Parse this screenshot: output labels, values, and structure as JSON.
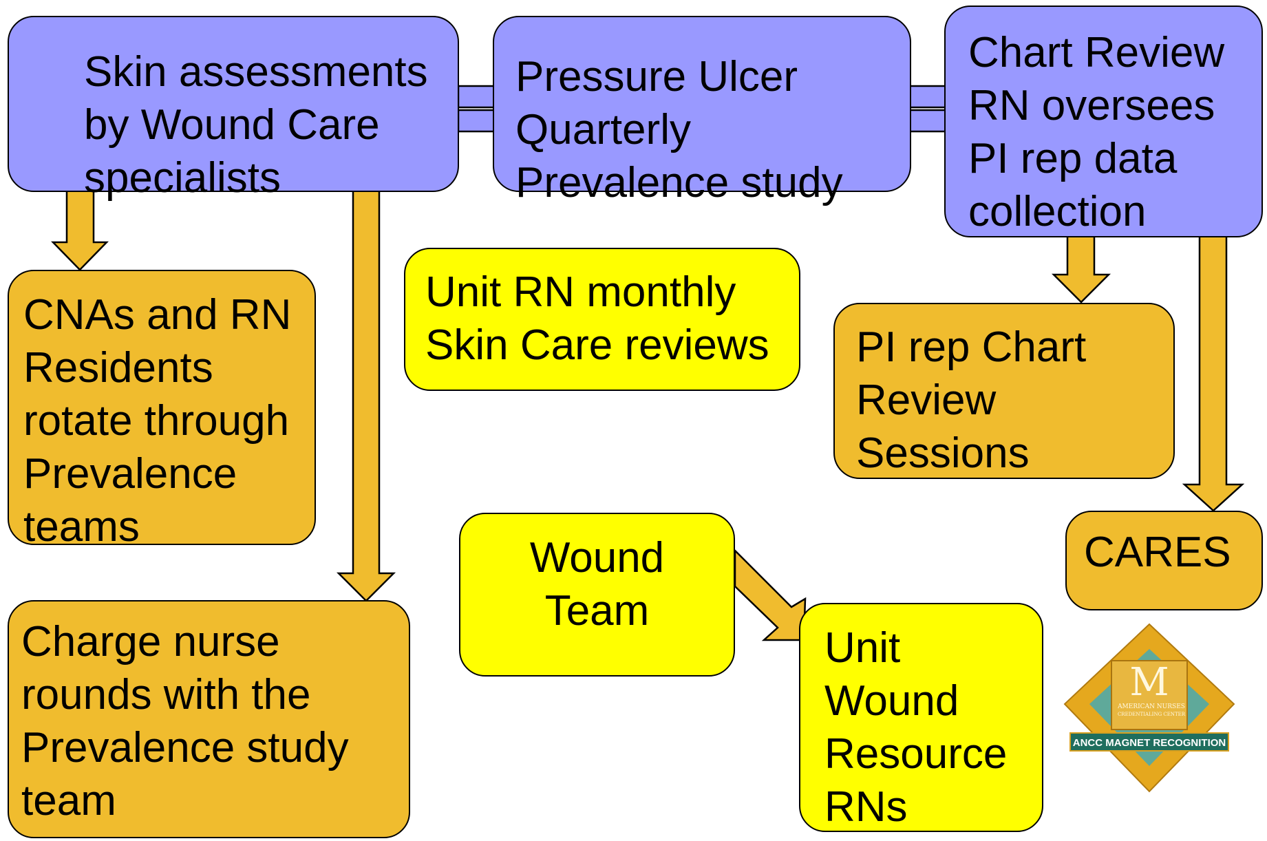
{
  "nodes": {
    "skin_assessments": "Skin assessments\nby Wound Care\nspecialists",
    "pressure_ulcer": "Pressure Ulcer\nQuarterly\nPrevalence study",
    "chart_review": "Chart Review\nRN oversees\nPI rep data\ncollection",
    "cnas_rn": "CNAs and RN\nResidents\nrotate through\nPrevalence\nteams",
    "unit_rn_monthly": "Unit RN monthly\nSkin Care reviews",
    "pi_rep_sessions": "PI rep Chart\nReview\nSessions",
    "charge_nurse": "Charge nurse\nrounds with the\nPrevalence study\nteam",
    "wound_team": "Wound\nTeam",
    "cares": "CARES",
    "unit_wound_resource": "Unit\nWound\nResource\nRNs"
  },
  "logo": {
    "letter": "M",
    "org_line1": "AMERICAN NURSES",
    "org_line2": "CREDENTIALING CENTER",
    "banner": "ANCC MAGNET RECOGNITION"
  },
  "colors": {
    "purple": "#9999ff",
    "orange": "#f0bc2e",
    "yellow": "#ffff00",
    "arrow": "#f0bc2e",
    "outline": "#000000"
  }
}
